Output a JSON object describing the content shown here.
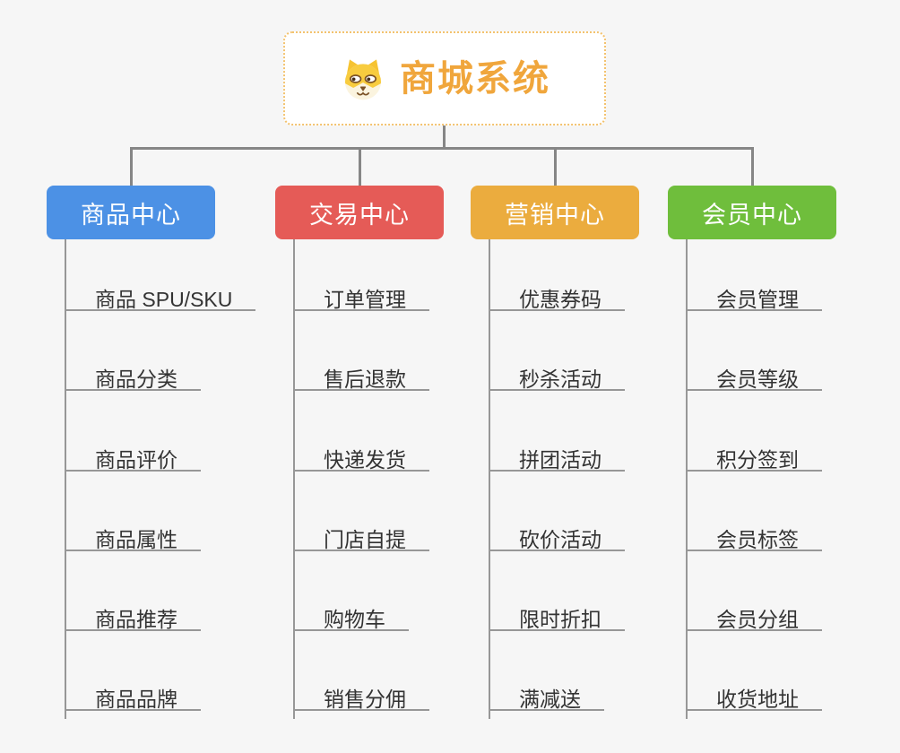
{
  "page": {
    "background": "#f6f6f6",
    "connector_color": "#868686"
  },
  "root": {
    "title": "商城系统",
    "icon": "dog-face-icon",
    "title_color": "#f0a63c",
    "border_color": "#f3c26e"
  },
  "branches": [
    {
      "label": "商品中心",
      "color": "#4c91e5",
      "items": [
        "商品 SPU/SKU",
        "商品分类",
        "商品评价",
        "商品属性",
        "商品推荐",
        "商品品牌"
      ]
    },
    {
      "label": "交易中心",
      "color": "#e55b57",
      "items": [
        "订单管理",
        "售后退款",
        "快递发货",
        "门店自提",
        "购物车",
        "销售分佣"
      ]
    },
    {
      "label": "营销中心",
      "color": "#ebac3e",
      "items": [
        "优惠券码",
        "秒杀活动",
        "拼团活动",
        "砍价活动",
        "限时折扣",
        "满减送"
      ]
    },
    {
      "label": "会员中心",
      "color": "#6fbe3c",
      "items": [
        "会员管理",
        "会员等级",
        "积分签到",
        "会员标签",
        "会员分组",
        "收货地址"
      ]
    }
  ]
}
